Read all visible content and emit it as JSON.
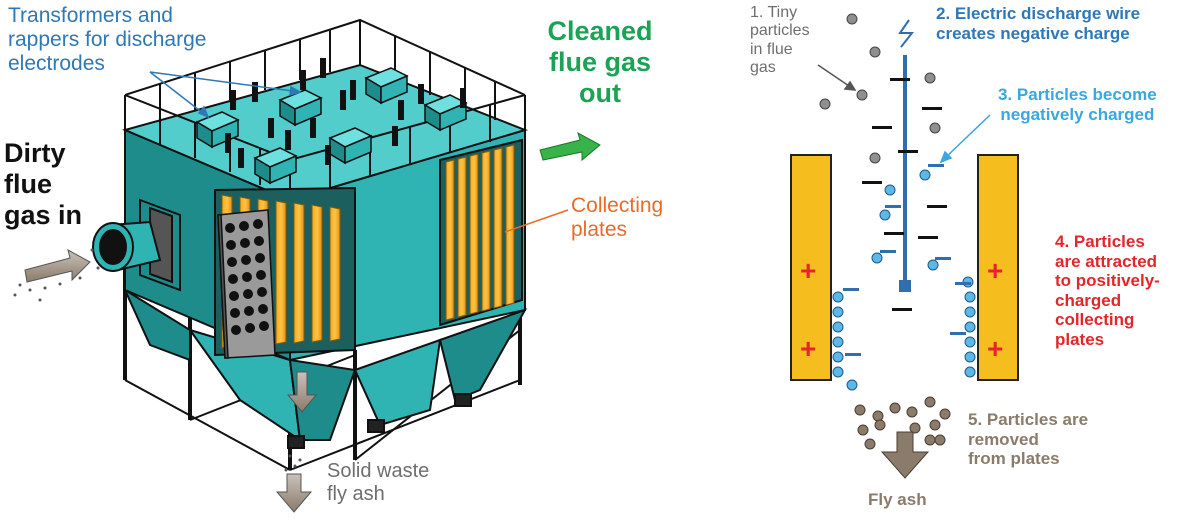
{
  "colors": {
    "teal": "#2fb3b3",
    "teal_dark": "#1f8c8c",
    "teal_light": "#53cccc",
    "plate_orange": "#f7a823",
    "plate_yellow": "#f5be1e",
    "wire_blue": "#2f6fb0",
    "particle_blue": "#5cb8e6",
    "particle_gray": "#8f8f8f",
    "ash_brown": "#8b7b6a",
    "green_text": "#1aa355",
    "red_text": "#e4262a",
    "orange_text": "#ea6b28",
    "blue_text": "#2e78b8",
    "lightblue_text": "#38a8df",
    "gray_text": "#6e6e6e"
  },
  "left": {
    "transformers_label": "Transformers  and\nrappers  for discharge\nelectrodes",
    "dirty_gas_label": "Dirty\nflue\ngas in",
    "cleaned_gas_label": "Cleaned\nflue gas\nout",
    "collecting_plates_label": "Collecting\nplates",
    "solid_waste_label": "Solid waste\nfly ash"
  },
  "right": {
    "step1": "1. Tiny\nparticles\nin flue\ngas",
    "step2": "2. Electric discharge wire\ncreates negative charge",
    "step3": "3. Particles become\nnegatively charged",
    "step4": "4. Particles\nare attracted\nto positively-\ncharged\ncollecting\nplates",
    "step5": "5. Particles are\nremoved\nfrom plates",
    "fly_ash": "Fly ash",
    "plus_sign": "+",
    "minus_sign": "−",
    "lightning_icon": "lightning-bolt-icon"
  }
}
